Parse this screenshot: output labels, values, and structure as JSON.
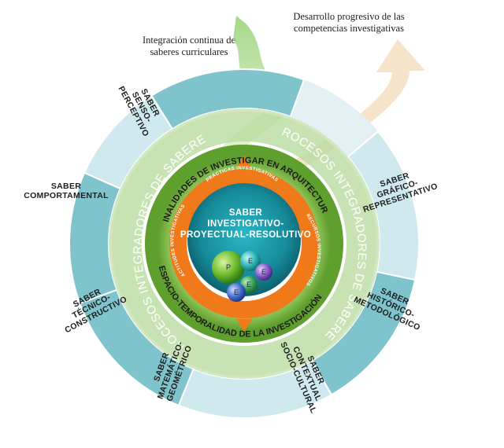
{
  "annotations": {
    "progressive": "Desarrollo progresivo de las competencias investigativas",
    "continuous": "Integración continua de saberes curriculares"
  },
  "center": {
    "lines": [
      "SABER",
      "INVESTIGATIVO-",
      "PROYECTUAL-RESOLUTIVO"
    ]
  },
  "inner_band": {
    "top": "PRÁCTICAS INVESTIGATIVAS",
    "left": "ACTITUDES INVESTIGATIVAS",
    "right": "RECURSOS INVESTIGATIVOS"
  },
  "finalidades_ring": {
    "top": "FINALIDADES DE INVESTIGAR EN ARQUITECTURA",
    "bottom": "ESPACIO-TEMPORALIDAD DE LA INVESTIGACIÓN"
  },
  "procesos_ring": {
    "left": "PROCESOS INTEGRADORES DE SABERES",
    "right": "PROCESOS INTEGRADORES DE SABERES"
  },
  "sectors": [
    {
      "id": "senso",
      "lines": [
        "SABER",
        "SENSO-",
        "PERCEPTIVO"
      ]
    },
    {
      "id": "grafico",
      "lines": [
        "SABER",
        "GRÁFICO-",
        "REPRESENTATIVO"
      ]
    },
    {
      "id": "historico",
      "lines": [
        "SABER",
        "HISTÓRICO-",
        "METODOLÓGICO"
      ]
    },
    {
      "id": "contextual",
      "lines": [
        "SABER",
        "CONTEXTUAL",
        "SOCIO-CULTURAL"
      ]
    },
    {
      "id": "matematico",
      "lines": [
        "SABER",
        "MATEMÁTICO-",
        "GEOMÉTRICO"
      ]
    },
    {
      "id": "tecnico",
      "lines": [
        "SABER",
        "TÉCNICO-",
        "CONSTRUCTIVO"
      ]
    },
    {
      "id": "comportamental",
      "lines": [
        "SABER",
        "COMPORTAMENTAL"
      ]
    }
  ],
  "balls": [
    "P",
    "E",
    "E",
    "E",
    "E"
  ],
  "colors": {
    "teal": "#1b98a8",
    "teal_dark": "#0f6e7d",
    "orange": "#f07a1a",
    "green_ring": "#7fc04a",
    "sector_dark": "#7fc3cc",
    "sector_light": "#cfe9ee"
  }
}
